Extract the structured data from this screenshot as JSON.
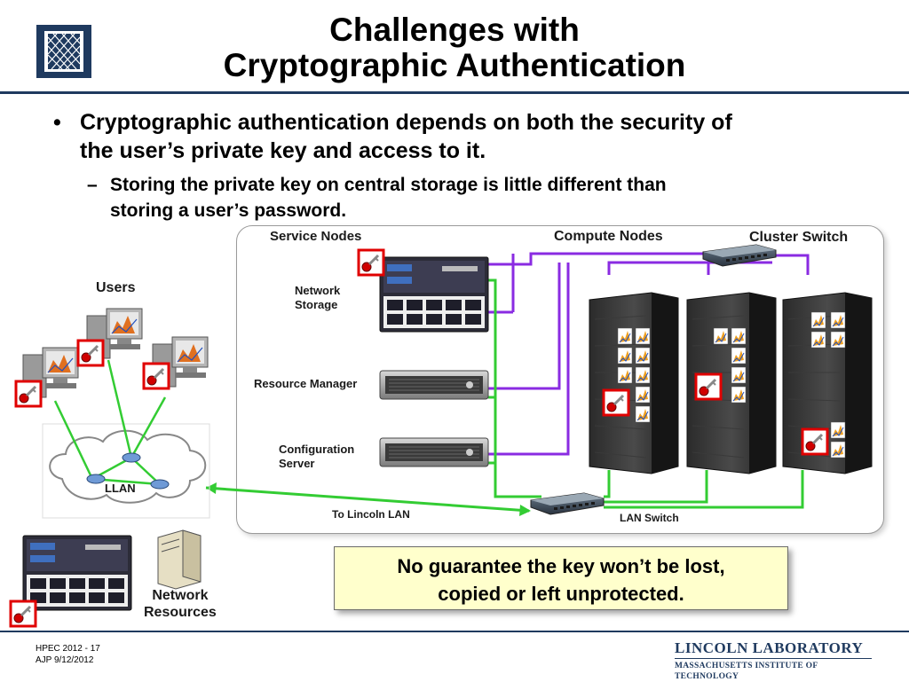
{
  "slide": {
    "title_line1": "Challenges with",
    "title_line2": "Cryptographic Authentication",
    "bullet": "Cryptographic authentication depends on both the security of the user’s private key and access to it.",
    "bullet_line1": "Cryptographic authentication depends on both the security of",
    "bullet_line2": "the user’s private key and access to it.",
    "subbullet_line1": "Storing the private key on central storage is little different than",
    "subbullet_line2": "storing a user’s password.",
    "callout_line1": "No guarantee the key won’t be lost,",
    "callout_line2": "copied or left unprotected."
  },
  "diagram": {
    "service_nodes": "Service Nodes",
    "compute_nodes": "Compute Nodes",
    "cluster_switch": "Cluster Switch",
    "network_storage_line1": "Network",
    "network_storage_line2": "Storage",
    "resource_manager": "Resource Manager",
    "configuration_server_line1": "Configuration",
    "configuration_server_line2": "Server",
    "to_lincoln_lan": "To Lincoln LAN",
    "lan_switch": "LAN Switch",
    "users": "Users",
    "llan": "LLAN",
    "network_resources_line1": "Network",
    "network_resources_line2": "Resources",
    "colors": {
      "green": "#33cc33",
      "purple": "#8a2be2",
      "key_red": "#e00000"
    }
  },
  "footer": {
    "line1": "HPEC 2012 - 17",
    "line2": "AJP  9/12/2012",
    "lab_line1": "LINCOLN LABORATORY",
    "lab_line2": "MASSACHUSETTS INSTITUTE OF TECHNOLOGY"
  }
}
